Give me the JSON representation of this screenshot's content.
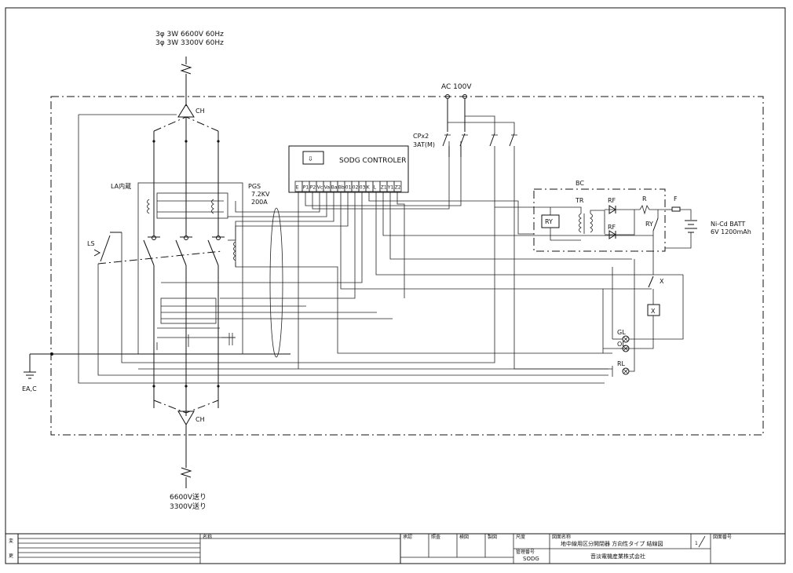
{
  "source": {
    "line1": "3φ 3W 6600V 60Hz",
    "line2": "3φ 3W 3300V 60Hz"
  },
  "ch_top": "CH",
  "ch_bottom": "CH",
  "ac_supply": "AC 100V",
  "cp": {
    "line1": "CPx2",
    "line2": "3AT(M)"
  },
  "controller": {
    "title": "SODG CONTROLER",
    "terminals": [
      "E",
      "P1",
      "P2",
      "Vc",
      "Va",
      "Ba",
      "Bb",
      "01",
      "02",
      "03",
      "K",
      "L",
      "Z1",
      "Y1",
      "Z2"
    ]
  },
  "la": "LA内蔵",
  "pgs": {
    "name": "PGS",
    "voltage": "7.2KV",
    "current": "200A"
  },
  "ls": "LS",
  "ea": "EA,C",
  "bc": {
    "name": "BC",
    "tr": "TR",
    "rf1": "RF",
    "rf2": "RF",
    "r": "R",
    "ry_box": "RY",
    "ry": "RY"
  },
  "fuse": "F",
  "battery": {
    "line1": "Ni-Cd BATT",
    "line2": "6V 1200mAh"
  },
  "x_contact": "X",
  "x_coil": "X",
  "lamps": {
    "gl": "GL",
    "ol": "OL",
    "rl": "RL"
  },
  "output": {
    "line1": "6600V送り",
    "line2": "3300V送り"
  },
  "title_block": {
    "side_top": "変",
    "side_bottom": "更",
    "name_label": "名称",
    "col_approve": "承認",
    "col_check": "照査",
    "col_review": "検図",
    "col_design": "製図",
    "col_scale": "尺度",
    "drawing_name_label": "図面名称",
    "drawing_name": "地中線用区分開閉器 方向性タイプ 結線図",
    "sheet_no": "1",
    "drawing_no_label": "図面番号",
    "mgmt_label": "管理番号",
    "mgmt_value": "SODG",
    "company": "音淡電機産業株式会社"
  }
}
